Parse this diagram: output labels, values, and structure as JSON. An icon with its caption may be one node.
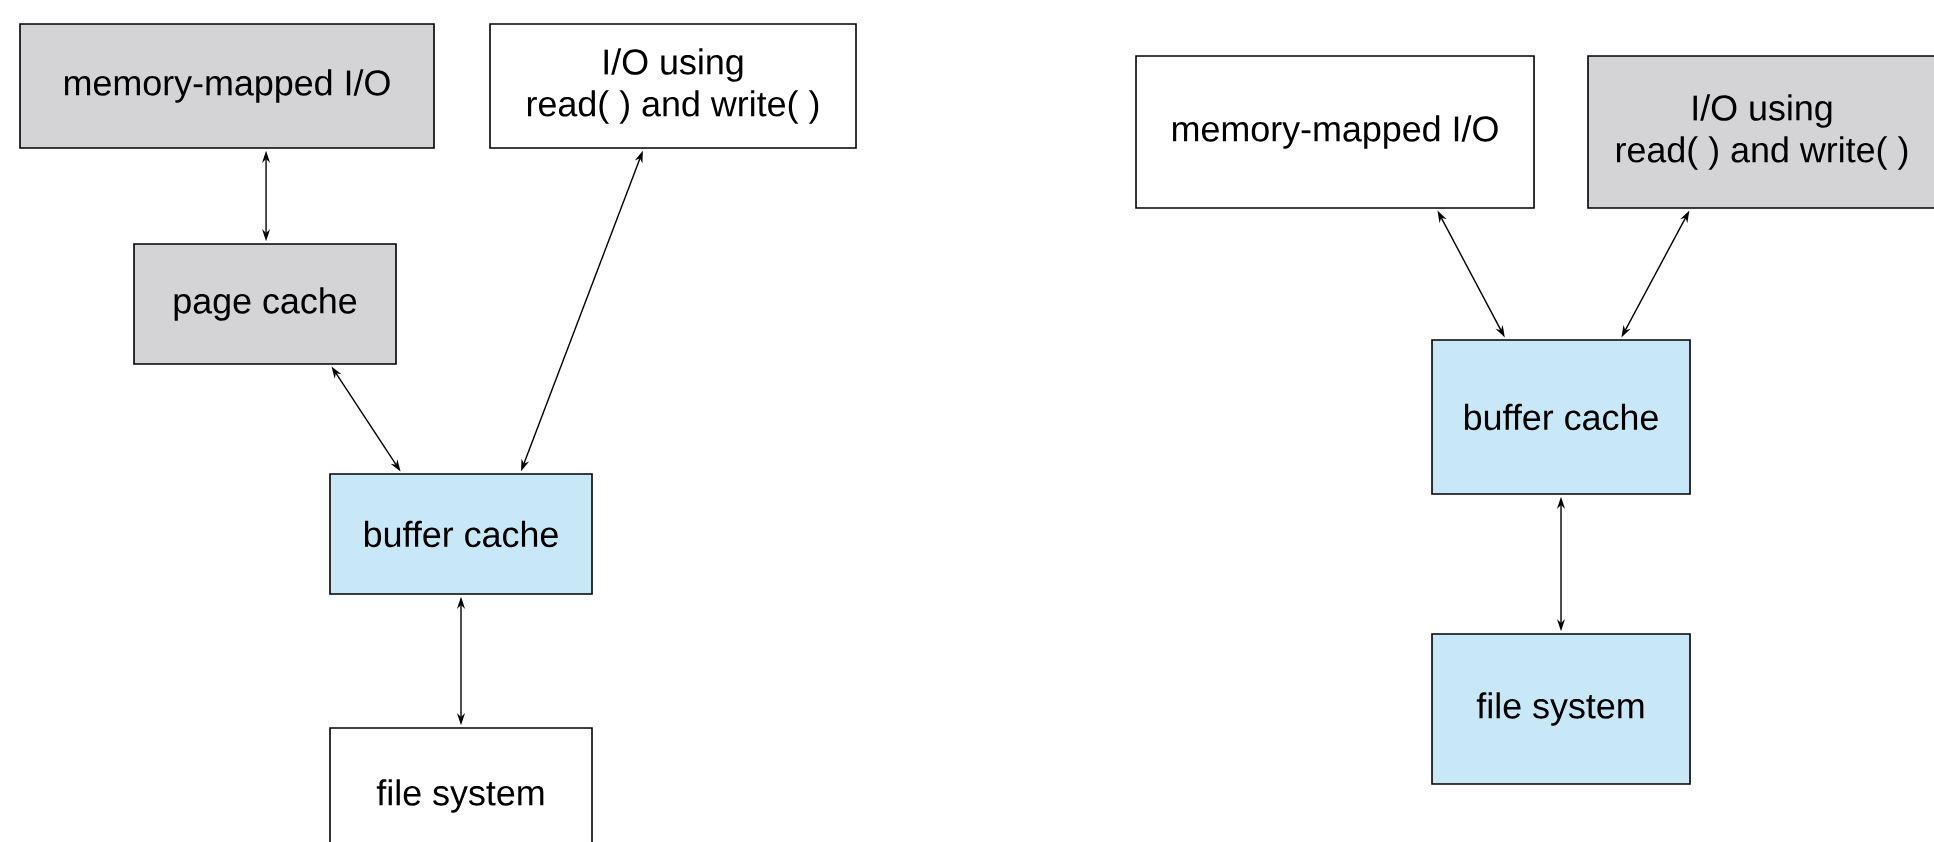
{
  "diagram": {
    "nodes": [
      {
        "text": [
          "memory-mapped I/O"
        ]
      },
      {
        "text": [
          "I/O using read( ) and write( )"
        ]
      },
      {
        "text": [
          "page cache"
        ]
      },
      {
        "text": [
          "buffer cache"
        ]
      },
      {
        "text": [
          "file system"
        ]
      },
      {
        "text": [
          "memory-mapped I/O"
        ]
      },
      {
        "text": [
          "I/O using read( ) and write( )"
        ]
      },
      {
        "text": [
          "buffer cache"
        ]
      },
      {
        "text": [
          "file system"
        ]
      }
    ],
    "edges": [
      {
        "from": 0,
        "to": 2,
        "arrow": "both"
      },
      {
        "from": 2,
        "to": 3,
        "arrow": "both"
      },
      {
        "from": 1,
        "to": 3,
        "arrow": "both"
      },
      {
        "from": 3,
        "to": 4,
        "arrow": "both"
      },
      {
        "from": 5,
        "to": 7,
        "arrow": "both"
      },
      {
        "from": 6,
        "to": 7,
        "arrow": "both"
      },
      {
        "from": 7,
        "to": 8,
        "arrow": "both"
      }
    ]
  }
}
